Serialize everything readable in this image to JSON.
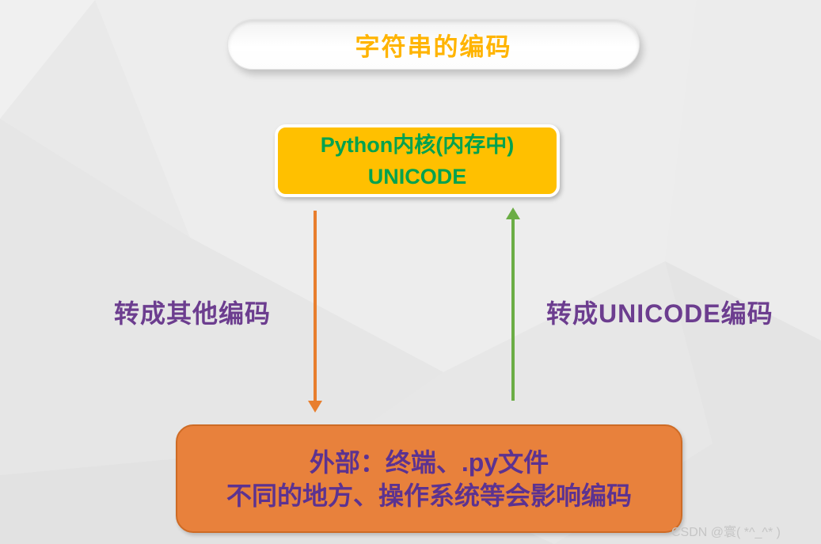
{
  "title": {
    "text": "字符串的编码"
  },
  "unicode_box": {
    "line1": "Python内核(内存中)",
    "line2": "UNICODE"
  },
  "flow": {
    "left_label": "转成其他编码",
    "left_arrow_direction": "down",
    "right_label": "转成UNICODE编码",
    "right_arrow_direction": "up"
  },
  "external_box": {
    "line1": "外部：终端、.py文件",
    "line2": "不同的地方、操作系统等会影响编码"
  },
  "watermark": {
    "text": "CSDN @寰( *^_^* )"
  },
  "colors": {
    "title_gold": "#FFB400",
    "box_gold": "#FFC000",
    "green_text": "#00A24F",
    "arrow_orange": "#E87E2E",
    "arrow_green": "#6BAD45",
    "purple_label": "#6C3D8F",
    "orange_box": "#E8813C",
    "orange_box_border": "#CE6B25",
    "purple_box_text": "#5C3290",
    "watermark_gray": "#C5C5C5",
    "background": "#E9E9E9"
  }
}
